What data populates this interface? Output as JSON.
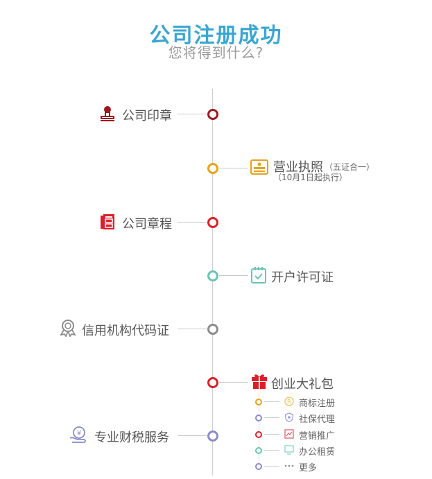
{
  "header": {
    "title": "公司注册成功",
    "subtitle": "您将得到什么?"
  },
  "colors": {
    "title": "#3aa6cf",
    "seal": "#9b1a22",
    "license": "#e8a21c",
    "charter": "#d9202a",
    "permit": "#6cc3b3",
    "credit": "#8c8c8c",
    "gift": "#d9202a",
    "tax": "#8a8cc8"
  },
  "timeline": [
    {
      "label": "公司印章",
      "side": "left",
      "icon": "seal-stamp-icon"
    },
    {
      "label": "营业执照",
      "note": "（五证合一）",
      "subnote": "（10月1日起执行）",
      "side": "right",
      "icon": "id-card-icon"
    },
    {
      "label": "公司章程",
      "side": "left",
      "icon": "document-icon"
    },
    {
      "label": "开户许可证",
      "side": "right",
      "icon": "calendar-check-icon"
    },
    {
      "label": "信用机构代码证",
      "side": "left",
      "icon": "award-ribbon-icon"
    },
    {
      "label": "创业大礼包",
      "side": "right",
      "icon": "gift-icon"
    },
    {
      "label": "专业财税服务",
      "side": "left",
      "icon": "yen-hand-icon"
    }
  ],
  "gift_items": [
    {
      "label": "商标注册",
      "icon": "registered-mark-icon"
    },
    {
      "label": "社保代理",
      "icon": "shield-icon"
    },
    {
      "label": "营销推广",
      "icon": "chart-icon"
    },
    {
      "label": "办公租赁",
      "icon": "monitor-icon"
    },
    {
      "label": "更多",
      "icon": "ellipsis-icon"
    }
  ]
}
